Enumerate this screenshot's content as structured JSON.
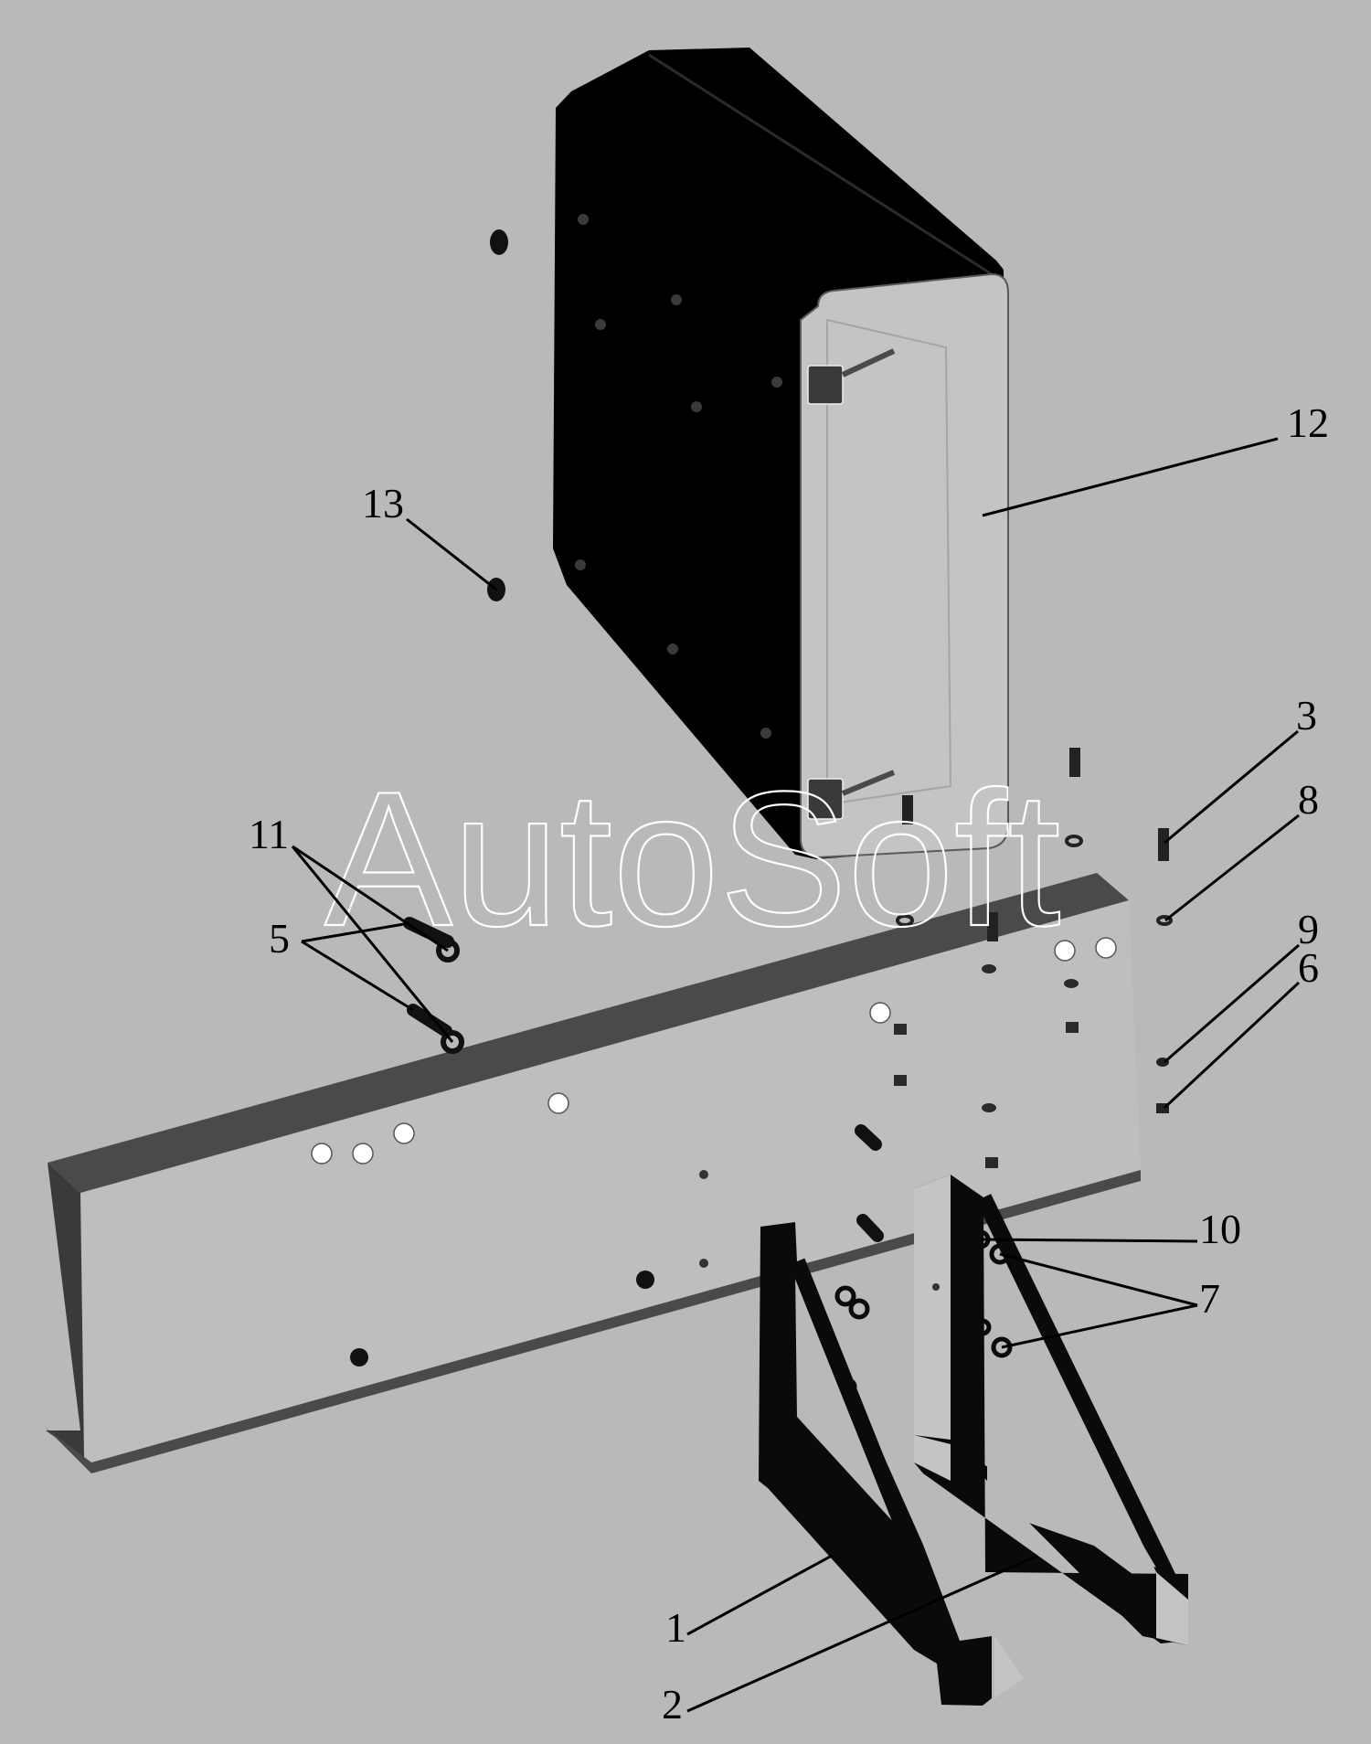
{
  "callouts": {
    "n1": "1",
    "n2": "2",
    "n3": "3",
    "n5": "5",
    "n6": "6",
    "n7": "7",
    "n8": "8",
    "n9": "9",
    "n10": "10",
    "n11": "11",
    "n12": "12",
    "n13": "13"
  },
  "watermark": "AutoSoft",
  "colors": {
    "background": "#b9b9b9",
    "box": "#000000",
    "lid": "#c4c4c4",
    "rail": "#bebebe",
    "rail_edge": "#4a4a4a",
    "bracket": "#0a0a0a"
  }
}
